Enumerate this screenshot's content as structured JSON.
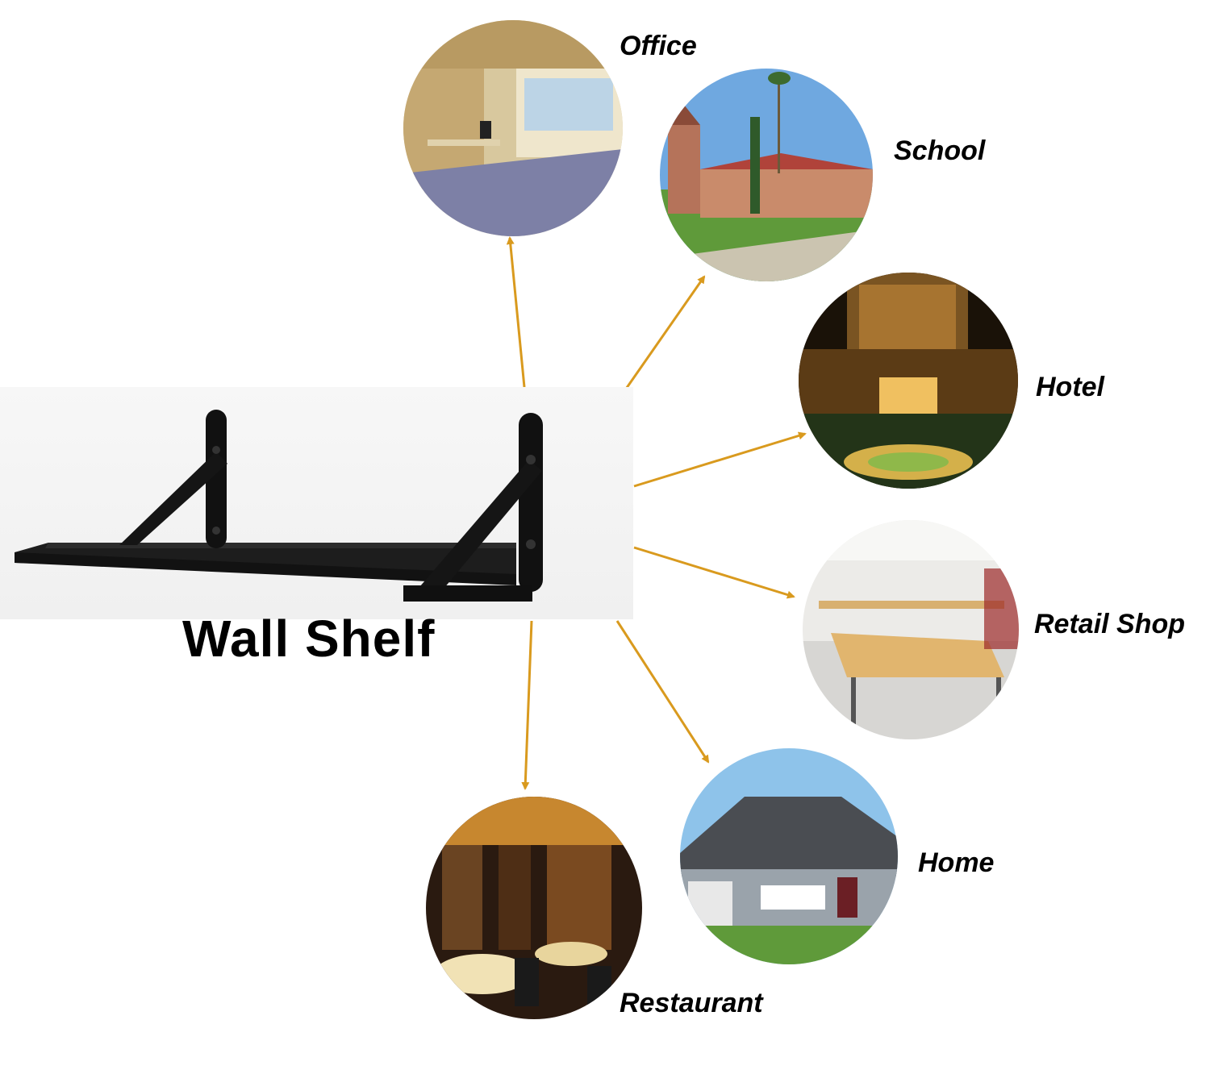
{
  "product": {
    "title": "Wall Shelf"
  },
  "colors": {
    "arrow": "#D99A1E",
    "text": "#000000",
    "shelf": "#1c1c1c",
    "background": "#ffffff"
  },
  "applications": [
    {
      "id": "office",
      "label": "Office",
      "image": "office-interior-photo"
    },
    {
      "id": "school",
      "label": "School",
      "image": "school-campus-photo"
    },
    {
      "id": "hotel",
      "label": "Hotel",
      "image": "hotel-at-night-photo"
    },
    {
      "id": "retail",
      "label": "Retail Shop",
      "image": "retail-store-photo"
    },
    {
      "id": "home",
      "label": "Home",
      "image": "house-exterior-photo"
    },
    {
      "id": "restaurant",
      "label": "Restaurant",
      "image": "restaurant-dining-photo"
    }
  ]
}
